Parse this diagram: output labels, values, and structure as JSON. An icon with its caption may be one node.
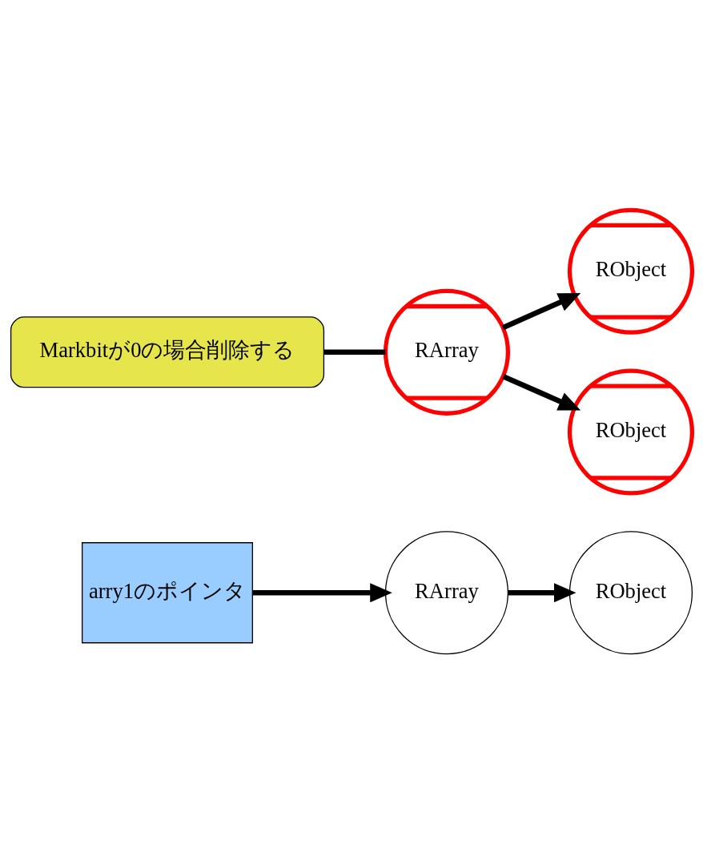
{
  "diagram": {
    "nodes": [
      {
        "text": [
          "arry1のポインタ"
        ]
      },
      {
        "text": [
          "RArray"
        ]
      },
      {
        "text": [
          "RObject"
        ]
      },
      {
        "text": [
          "Markbitが0の場合削除する"
        ]
      },
      {
        "text": [
          "RArray"
        ]
      },
      {
        "text": [
          "RObject"
        ]
      },
      {
        "text": [
          "RObject"
        ]
      }
    ],
    "edges": [
      {
        "from": 0,
        "to": 1,
        "arrow": "to"
      },
      {
        "from": 1,
        "to": 2,
        "arrow": "to"
      },
      {
        "from": 3,
        "to": 4,
        "arrow": "none"
      },
      {
        "from": 4,
        "to": 5,
        "arrow": "to"
      },
      {
        "from": 4,
        "to": 6,
        "arrow": "to"
      }
    ]
  }
}
